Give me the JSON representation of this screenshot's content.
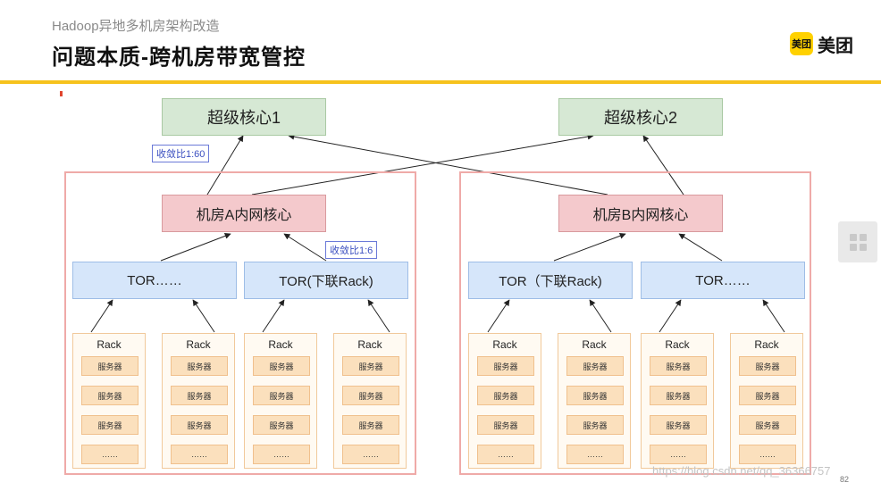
{
  "header": {
    "subtitle": "Hadoop异地多机房架构改造",
    "title": "问题本质-跨机房带宽管控",
    "logo_badge": "美团",
    "logo_text": "美团"
  },
  "diagram": {
    "super_cores": [
      "超级核心1",
      "超级核心2"
    ],
    "campus_cores": [
      "机房A内网核心",
      "机房B内网核心"
    ],
    "tors": [
      "TOR……",
      "TOR(下联Rack)",
      "TOR（下联Rack)",
      "TOR……"
    ],
    "ratios": [
      "收敛比1:60",
      "收敛比1:6"
    ],
    "rack_label": "Rack",
    "server_label": "服务器",
    "ellipsis": "……",
    "rack_count": 8,
    "servers_per_rack": 3
  },
  "footer": {
    "page_number": "82",
    "watermark": "https://blog.csdn.net/qq_36366757"
  },
  "colors": {
    "accent_yellow": "#f6c21c",
    "core_green": "#d6e8d4",
    "campus_red": "#f4c9cc",
    "tor_blue": "#d6e6fa",
    "server_orange": "#fbe0bd"
  },
  "icons": {
    "side_button": "grid-icon"
  }
}
